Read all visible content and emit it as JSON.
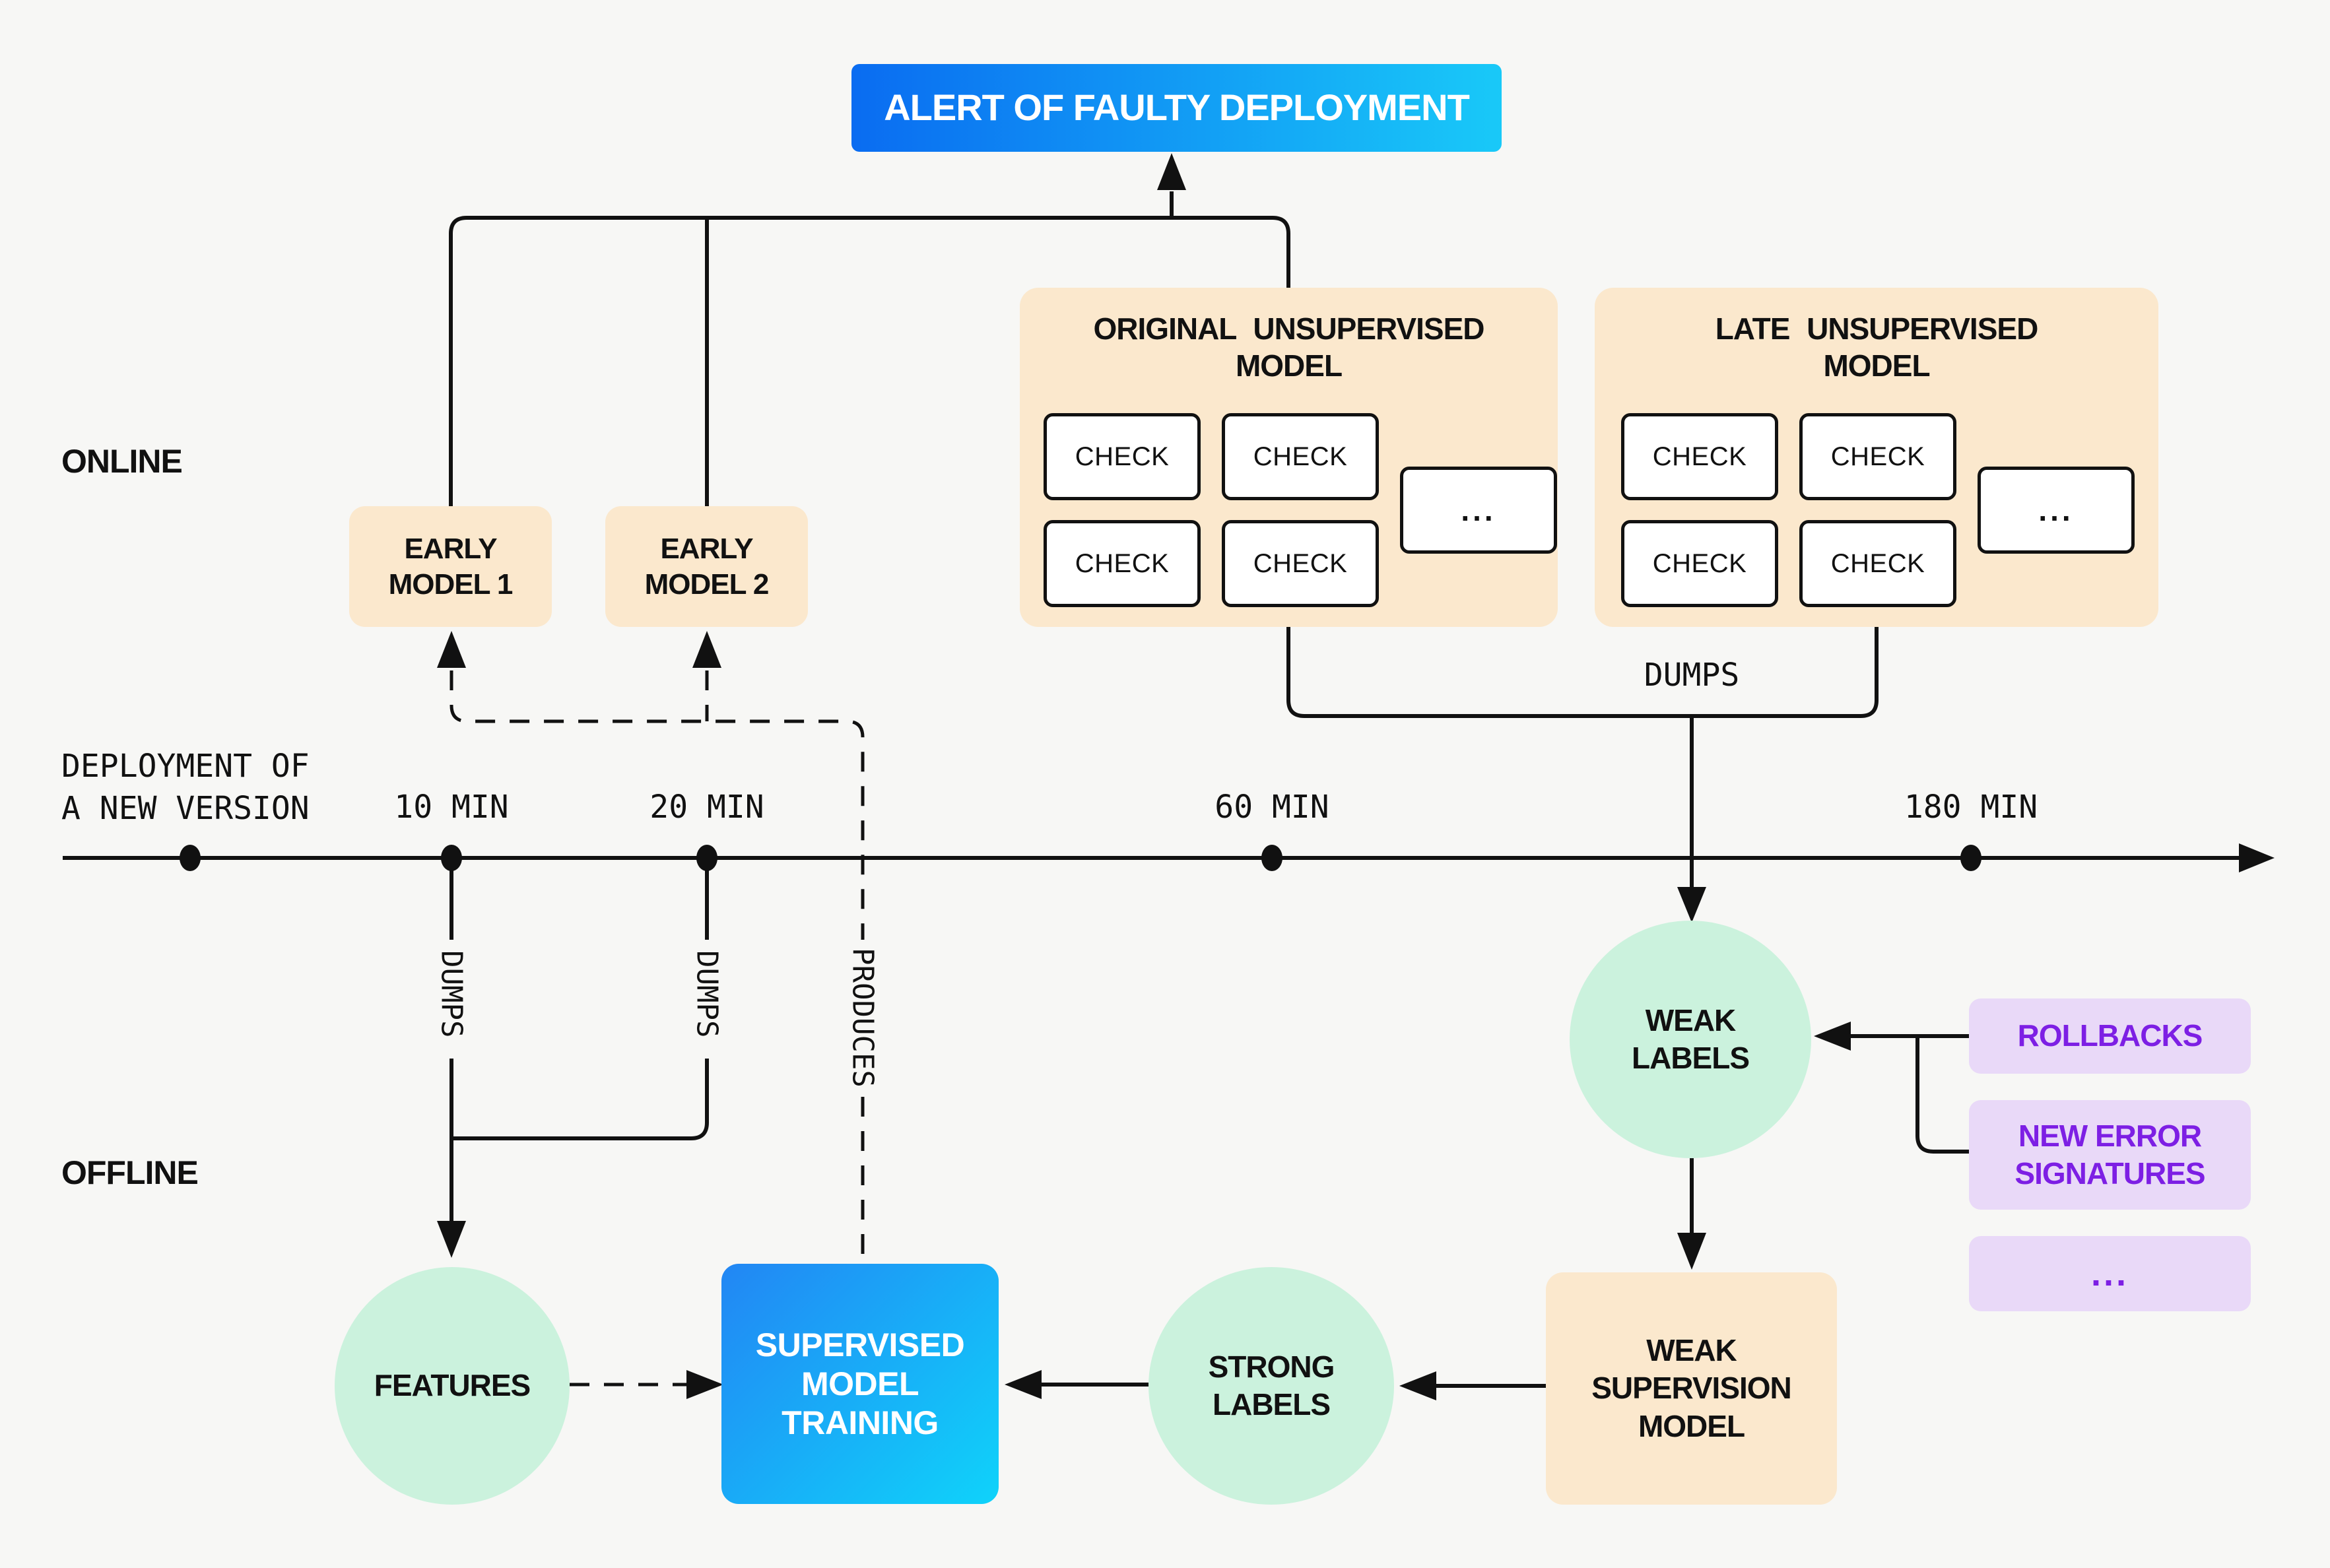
{
  "colors": {
    "background": "#f7f7f5",
    "peach": "#fbe8cd",
    "mint": "#cbf2dd",
    "lavender": "#e9d9f8",
    "purple": "#7d1fe4",
    "line": "#111111",
    "alert_gradient_start": "#0a6cf1",
    "alert_gradient_end": "#19c9f8",
    "training_gradient_start": "#2286f4",
    "training_gradient_end": "#0fd3fa"
  },
  "alert": {
    "label": "ALERT OF FAULTY DEPLOYMENT"
  },
  "sections": {
    "online": "ONLINE",
    "offline": "OFFLINE"
  },
  "nodes": {
    "early_model_1": {
      "line1": "EARLY",
      "line2": "MODEL 1"
    },
    "early_model_2": {
      "line1": "EARLY",
      "line2": "MODEL 2"
    },
    "original_unsupervised": {
      "title1": "ORIGINAL UNSUPERVISED",
      "title2": "MODEL",
      "checks": [
        "CHECK",
        "CHECK",
        "CHECK",
        "CHECK"
      ],
      "more": "..."
    },
    "late_unsupervised": {
      "title1": "LATE UNSUPERVISED",
      "title2": "MODEL",
      "checks": [
        "CHECK",
        "CHECK",
        "CHECK",
        "CHECK"
      ],
      "more": "..."
    },
    "features": {
      "label": "FEATURES"
    },
    "supervised_training": {
      "line1": "SUPERVISED",
      "line2": "MODEL",
      "line3": "TRAINING"
    },
    "strong_labels": {
      "line1": "STRONG",
      "line2": "LABELS"
    },
    "weak_labels": {
      "line1": "WEAK",
      "line2": "LABELS"
    },
    "weak_supervision": {
      "line1": "WEAK",
      "line2": "SUPERVISION",
      "line3": "MODEL"
    },
    "rollbacks": {
      "label": "ROLLBACKS"
    },
    "new_error_signatures": {
      "line1": "NEW ERROR",
      "line2": "SIGNATURES"
    },
    "more_inputs": {
      "label": "..."
    }
  },
  "timeline": {
    "origin_line1": "DEPLOYMENT OF",
    "origin_line2": "A NEW VERSION",
    "ticks": [
      "10 MIN",
      "20 MIN",
      "60 MIN",
      "180 MIN"
    ]
  },
  "edge_labels": {
    "dumps_10": "DUMPS",
    "dumps_20": "DUMPS",
    "produces": "PRODUCES",
    "dumps_models": "DUMPS"
  }
}
